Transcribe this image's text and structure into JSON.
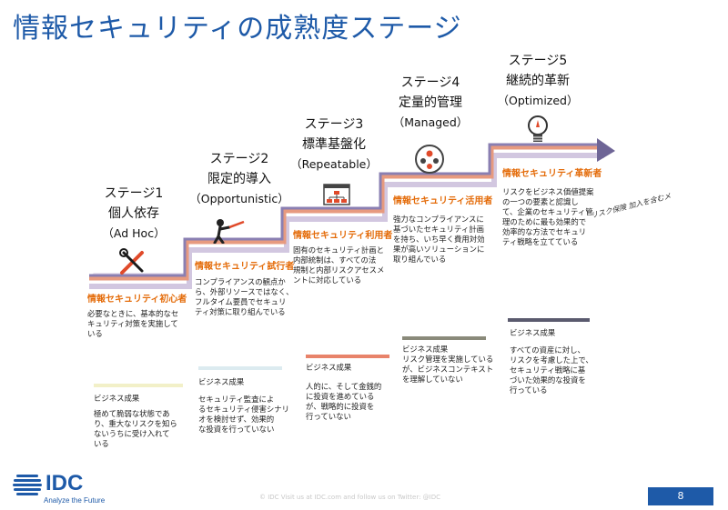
{
  "title": "情報セキュリティの成熟度ステージ",
  "stages": [
    {
      "label": "ステージ1",
      "name": "個人依存",
      "en": "（Ad Hoc）",
      "role": "情報セキュリティ初心者",
      "desc": [
        "必要なときに、基本的なセ",
        "キュリティ対策を実施して",
        "いる"
      ],
      "biz_title": "ビジネス成果",
      "biz": [
        "極めて脆弱な状態であ",
        "り、重大なリスクを知ら",
        "ないうちに受け入れて",
        "いる"
      ],
      "bar_color": "#f2f0c8"
    },
    {
      "label": "ステージ2",
      "name": "限定的導入",
      "en": "（Opportunistic）",
      "role": "情報セキュリティ試行者",
      "desc": [
        "コンプライアンスの観点か",
        "ら、外部リソースではなく、",
        "フルタイム要員でセキュリ",
        "ティ対策に取り組んでいる"
      ],
      "biz_title": "ビジネス成果",
      "biz": [
        "セキュリティ監査によ",
        "るセキュリティ侵害シナリ",
        "オを検討せず、効果的",
        "な投資を行っていない"
      ],
      "bar_color": "#dcebf0"
    },
    {
      "label": "ステージ3",
      "name": "標準基盤化",
      "en": "（Repeatable）",
      "role": "情報セキュリティ利用者",
      "desc": [
        "固有のセキュリティ計画と",
        "内部統制は、すべての法",
        "規制と内部リスクアセスメ",
        "ントに対応している"
      ],
      "biz_title": "ビジネス成果",
      "biz": [
        "人的に、そして金銭的",
        "に投資を進めている",
        "が、戦略的に投資を",
        "行っていない"
      ],
      "bar_color": "#e8836a"
    },
    {
      "label": "ステージ4",
      "name": "定量的管理",
      "en": "（Managed）",
      "role": "情報セキュリティ活用者",
      "desc": [
        "強力なコンプライアンスに",
        "基づいたセキュリティ計画",
        "を持ち、いち早く費用対効",
        "果が高いソリューションに",
        "取り組んでいる"
      ],
      "biz_title": "ビジネス成果",
      "biz": [
        "リスク管理を実施している",
        "が、ビジネスコンテキスト",
        "を理解していない"
      ],
      "bar_color": "#8a8a7a"
    },
    {
      "label": "ステージ5",
      "name": "継続的革新",
      "en": "（Optimized）",
      "role": "情報セキュリティ革新者",
      "desc": [
        "リスクをビジネス価値提案",
        "の一つの要素と認識し",
        "て、企業のセキュリティ管",
        "理のために最も効果的で",
        "効率的な方法でセキュリ",
        "ティ戦略を立てている"
      ],
      "biz_title": "ビジネス成果",
      "biz": [
        "すべての資産に対し、",
        "リスクを考慮した上で、",
        "セキュリティ戦略に基",
        "づいた効果的な投資を",
        "行っている"
      ],
      "bar_color": "#5a5a6e"
    }
  ],
  "handwritten_note": "リスク保険 加入を含むメ",
  "logo": {
    "name": "IDC",
    "tagline": "Analyze the Future"
  },
  "footer": "© IDC   Visit us at IDC.com and follow us on Twitter: @IDC",
  "page_number": "8"
}
